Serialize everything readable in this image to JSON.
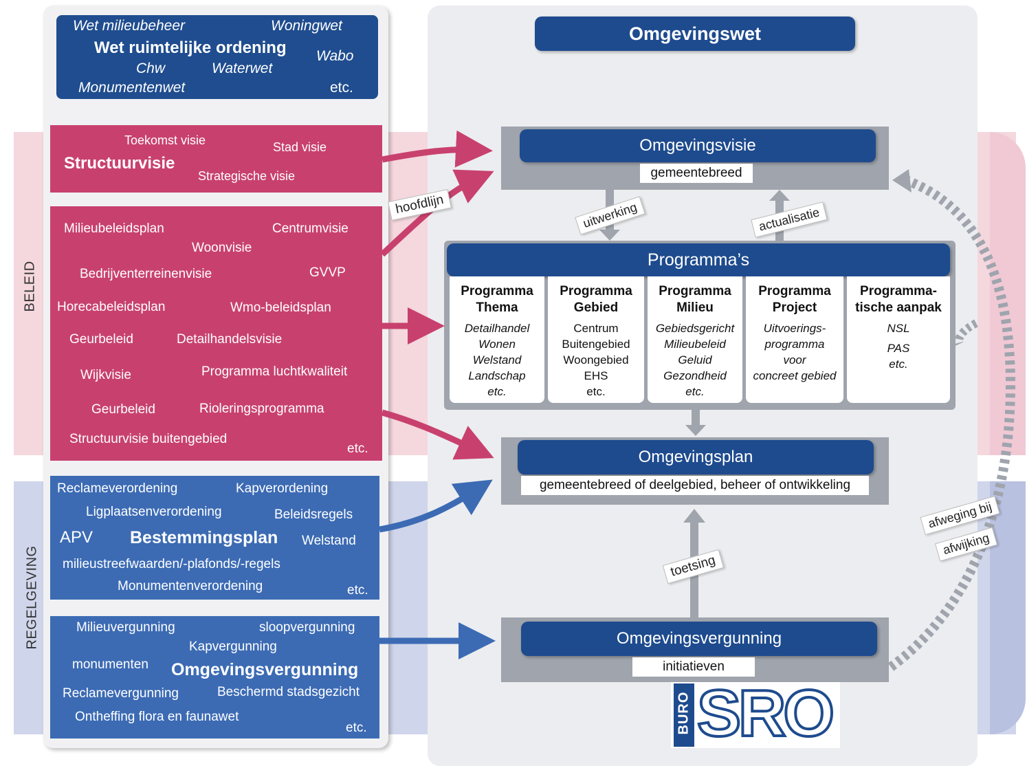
{
  "left_legislation": {
    "items": [
      "Wet milieubeheer",
      "Woningwet",
      "Wet ruimtelijke ordening",
      "Wabo",
      "Chw",
      "Waterwet",
      "Monumentenwet",
      "etc."
    ]
  },
  "visie_box": {
    "items": [
      "Toekomst visie",
      "Stad visie",
      "Structuurvisie",
      "Strategische visie"
    ]
  },
  "beleid_box": {
    "items": [
      "Milieubeleidsplan",
      "Centrumvisie",
      "Woonvisie",
      "Bedrijventerreinenvisie",
      "GVVP",
      "Horecabeleidsplan",
      "Wmo-beleidsplan",
      "Geurbeleid",
      "Detailhandelsvisie",
      "Wijkvisie",
      "Programma luchtkwaliteit",
      "Geurbeleid",
      "Rioleringsprogramma",
      "Structuurvisie buitengebied",
      "etc."
    ]
  },
  "regel_box": {
    "items": [
      "Reclameverordening",
      "Kapverordening",
      "Ligplaatsenverordening",
      "Beleidsregels",
      "APV",
      "Bestemmingsplan",
      "Welstand",
      "milieustreefwaarden/-plafonds/-regels",
      "Monumentenverordening",
      "etc."
    ]
  },
  "vergunning_box": {
    "items": [
      "Milieuvergunning",
      "sloopvergunning",
      "Kapvergunning",
      "monumenten",
      "Omgevingsvergunning",
      "Reclamevergunning",
      "Beschermd stadsgezicht",
      "Ontheffing flora en faunawet",
      "etc."
    ]
  },
  "side_labels": {
    "beleid": "BELEID",
    "regelgeving": "REGELGEVING"
  },
  "right": {
    "title": "Omgevingswet",
    "visie": {
      "title": "Omgevingsvisie",
      "tag": "gemeentebreed"
    },
    "programmas": {
      "title": "Programma’s",
      "columns": [
        {
          "head": [
            "Programma",
            "Thema"
          ],
          "body": [
            "Detailhandel",
            "Wonen",
            "Welstand",
            "Landschap",
            "etc."
          ],
          "italic": true
        },
        {
          "head": [
            "Programma",
            "Gebied"
          ],
          "body": [
            "Centrum",
            "Buitengebied",
            "Woongebied",
            "EHS",
            "etc."
          ],
          "italic": false
        },
        {
          "head": [
            "Programma",
            "Milieu"
          ],
          "body": [
            "Gebiedsgericht",
            "Milieubeleid",
            "Geluid",
            "Gezondheid",
            "etc."
          ],
          "italic": true
        },
        {
          "head": [
            "Programma",
            "Project"
          ],
          "body": [
            "Uitvoerings-",
            "programma",
            "voor",
            "concreet gebied"
          ],
          "italic": true
        },
        {
          "head": [
            "Programma-",
            "tische aanpak"
          ],
          "body": [
            "NSL",
            "PAS",
            "etc."
          ],
          "italic": true
        }
      ]
    },
    "plan": {
      "title": "Omgevingsplan",
      "tag": "gemeentebreed of deelgebied,  beheer of ontwikkeling"
    },
    "vergunning": {
      "title": "Omgevingsvergunning",
      "tag": "initiatieven"
    },
    "labels": {
      "hoofdlijn": "hoofdlijn",
      "uitwerking": "uitwerking",
      "actualisatie": "actualisatie",
      "toetsing": "toetsing",
      "afweging_1": "afweging bij",
      "afweging_2": "afwijking"
    }
  },
  "logo": {
    "buro": "BURO",
    "sro": "SRO"
  },
  "colors": {
    "navy": "#1f4d8f",
    "pink": "#c8416e",
    "blue": "#3c6bb4",
    "grey": "#9fa4ad"
  }
}
